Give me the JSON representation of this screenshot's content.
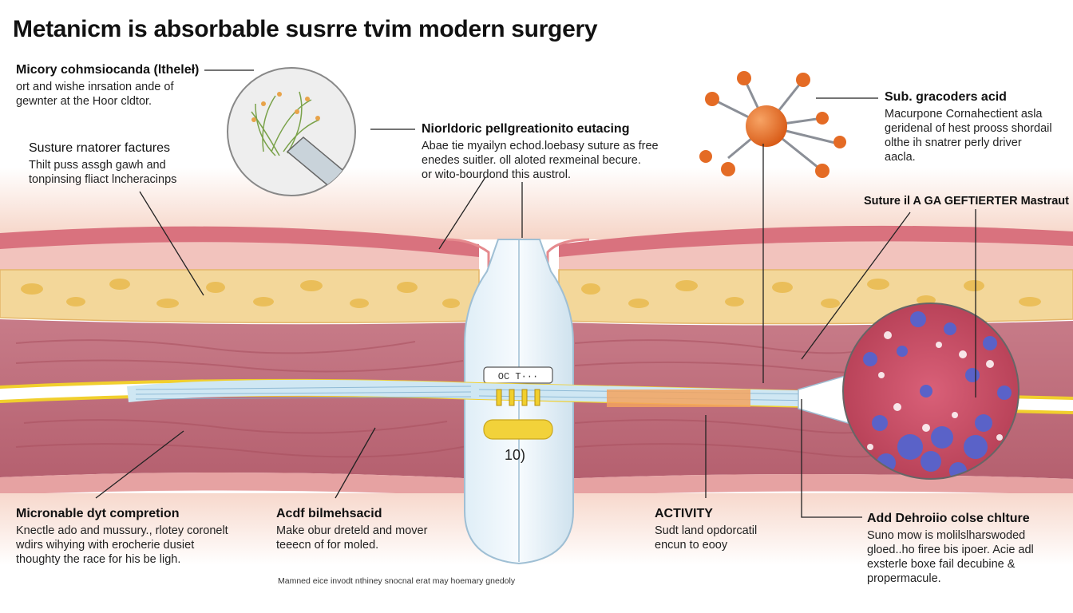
{
  "title": "Metanicm is absorbable susrre tvim modern surgery",
  "labels": {
    "top_left": {
      "heading": "Micory cohmsiocanda (ltheleł)",
      "lines": [
        "ort and wishe inrsation ande of",
        "gewnter at the Hoor cldtor."
      ]
    },
    "mid_left": {
      "heading": "Susture rnatorer factures",
      "lines": [
        "Thilt puss assgh gawh and",
        "tonpinsing fliact lncheracinps"
      ]
    },
    "center_top": {
      "heading": "Niorldoric pellgreationito eutacing",
      "lines": [
        "Abae tie myailyn echod.loebasy suture as free",
        "enedes suitler. oll aloted rexmeinal becure.",
        "or wito-bourdond this austrol."
      ]
    },
    "top_right": {
      "heading": "Sub. gracoders acid",
      "lines": [
        "Macurpone Cornahectient asla",
        "geridenal of hest prooss shordail",
        "olthe ih snatrer perly driver",
        "aacla."
      ]
    },
    "right_mid": {
      "heading": "Suture il A GA GEFTIERTER Mastraut",
      "lines": []
    },
    "bottom_left": {
      "heading": "Micronable dyt compretion",
      "lines": [
        "Knectle ado and mussury., rlotey coronelt",
        "wdirs wihying with erocherie dusiet",
        "thoughty the race for his be ligh."
      ]
    },
    "bottom_center": {
      "heading": "Acdf bilmehsacid",
      "lines": [
        "Make obur dreteld and mover",
        "teeecn of for moled."
      ]
    },
    "bottom_mid_right": {
      "heading": "ACTIVITY",
      "lines": [
        "Sudt land opdorcatil",
        "encun to eooy"
      ]
    },
    "bottom_right": {
      "heading": "Add Dehroiio colse chlture",
      "lines": [
        "Suno mow is molilslharswoded",
        "gloed..ho firee bis ipoer. Acie adl",
        "exsterle boxe fail decubine &",
        "propermacule."
      ]
    }
  },
  "needle_tag": "OC T···",
  "middle_number": "10)",
  "footer": "Mamned eice invodt nthiney snocnal erat may hoemary gnedoly",
  "colors": {
    "skin_top": "#f7d9cc",
    "skin_line": "#e7a6a8",
    "fat": "#f3d79a",
    "fat_blob": "#e9b94a",
    "muscle": "#c97a86",
    "muscle_dark": "#b05e6c",
    "suture_yellow": "#f1cf2d",
    "suture_core": "#cfe7f3",
    "molecule_orange": "#e46b25",
    "cell_bg": "#c3495d",
    "cell_blue": "#5a62c8"
  }
}
